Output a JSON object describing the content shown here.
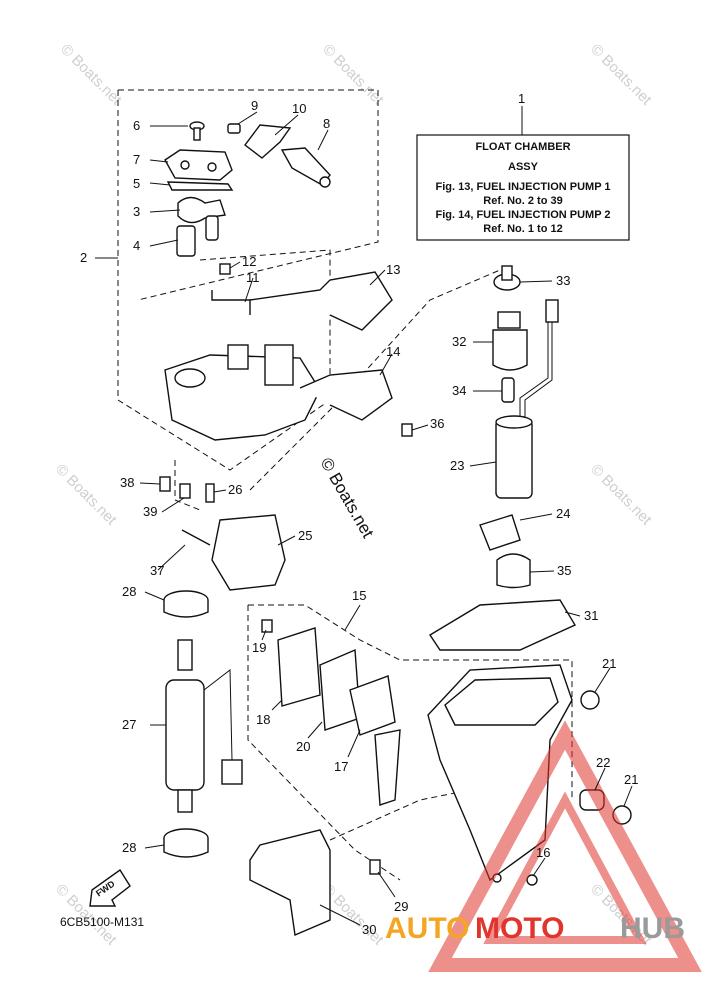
{
  "title_box": {
    "ref": "1",
    "line1": "FLOAT CHAMBER",
    "line2": "ASSY",
    "line3": "Fig. 13, FUEL INJECTION PUMP 1",
    "line4": "Ref. No. 2 to 39",
    "line5": "Fig. 14, FUEL INJECTION PUMP 2",
    "line6": "Ref. No. 1 to 12"
  },
  "watermark": "© Boats.net",
  "center_watermark": "© Boats.net",
  "drawing_code": "6CB5100-M131",
  "fwd_label": "FWD",
  "logo": {
    "auto": "AUTO",
    "moto": "MOTO",
    "hub": "HUB"
  },
  "colors": {
    "logo_orange": "#f4a623",
    "logo_red": "#e0342c",
    "logo_gray": "#9a9a9a"
  },
  "callouts": [
    {
      "id": "c6",
      "label": "6"
    },
    {
      "id": "c9",
      "label": "9"
    },
    {
      "id": "c10",
      "label": "10"
    },
    {
      "id": "c8",
      "label": "8"
    },
    {
      "id": "c7",
      "label": "7"
    },
    {
      "id": "c5",
      "label": "5"
    },
    {
      "id": "c3",
      "label": "3"
    },
    {
      "id": "c4",
      "label": "4"
    },
    {
      "id": "c2",
      "label": "2"
    },
    {
      "id": "c12",
      "label": "12"
    },
    {
      "id": "c11",
      "label": "11"
    },
    {
      "id": "c13",
      "label": "13"
    },
    {
      "id": "c14",
      "label": "14"
    },
    {
      "id": "c33",
      "label": "33"
    },
    {
      "id": "c32",
      "label": "32"
    },
    {
      "id": "c34",
      "label": "34"
    },
    {
      "id": "c36",
      "label": "36"
    },
    {
      "id": "c23",
      "label": "23"
    },
    {
      "id": "c38",
      "label": "38"
    },
    {
      "id": "c26",
      "label": "26"
    },
    {
      "id": "c39",
      "label": "39"
    },
    {
      "id": "c24",
      "label": "24"
    },
    {
      "id": "c25",
      "label": "25"
    },
    {
      "id": "c37",
      "label": "37"
    },
    {
      "id": "c35",
      "label": "35"
    },
    {
      "id": "c28a",
      "label": "28"
    },
    {
      "id": "c15",
      "label": "15"
    },
    {
      "id": "c31",
      "label": "31"
    },
    {
      "id": "c19",
      "label": "19"
    },
    {
      "id": "c21a",
      "label": "21"
    },
    {
      "id": "c27",
      "label": "27"
    },
    {
      "id": "c18",
      "label": "18"
    },
    {
      "id": "c20",
      "label": "20"
    },
    {
      "id": "c17",
      "label": "17"
    },
    {
      "id": "c22",
      "label": "22"
    },
    {
      "id": "c21b",
      "label": "21"
    },
    {
      "id": "c28b",
      "label": "28"
    },
    {
      "id": "c16",
      "label": "16"
    },
    {
      "id": "c29",
      "label": "29"
    },
    {
      "id": "c30",
      "label": "30"
    }
  ]
}
